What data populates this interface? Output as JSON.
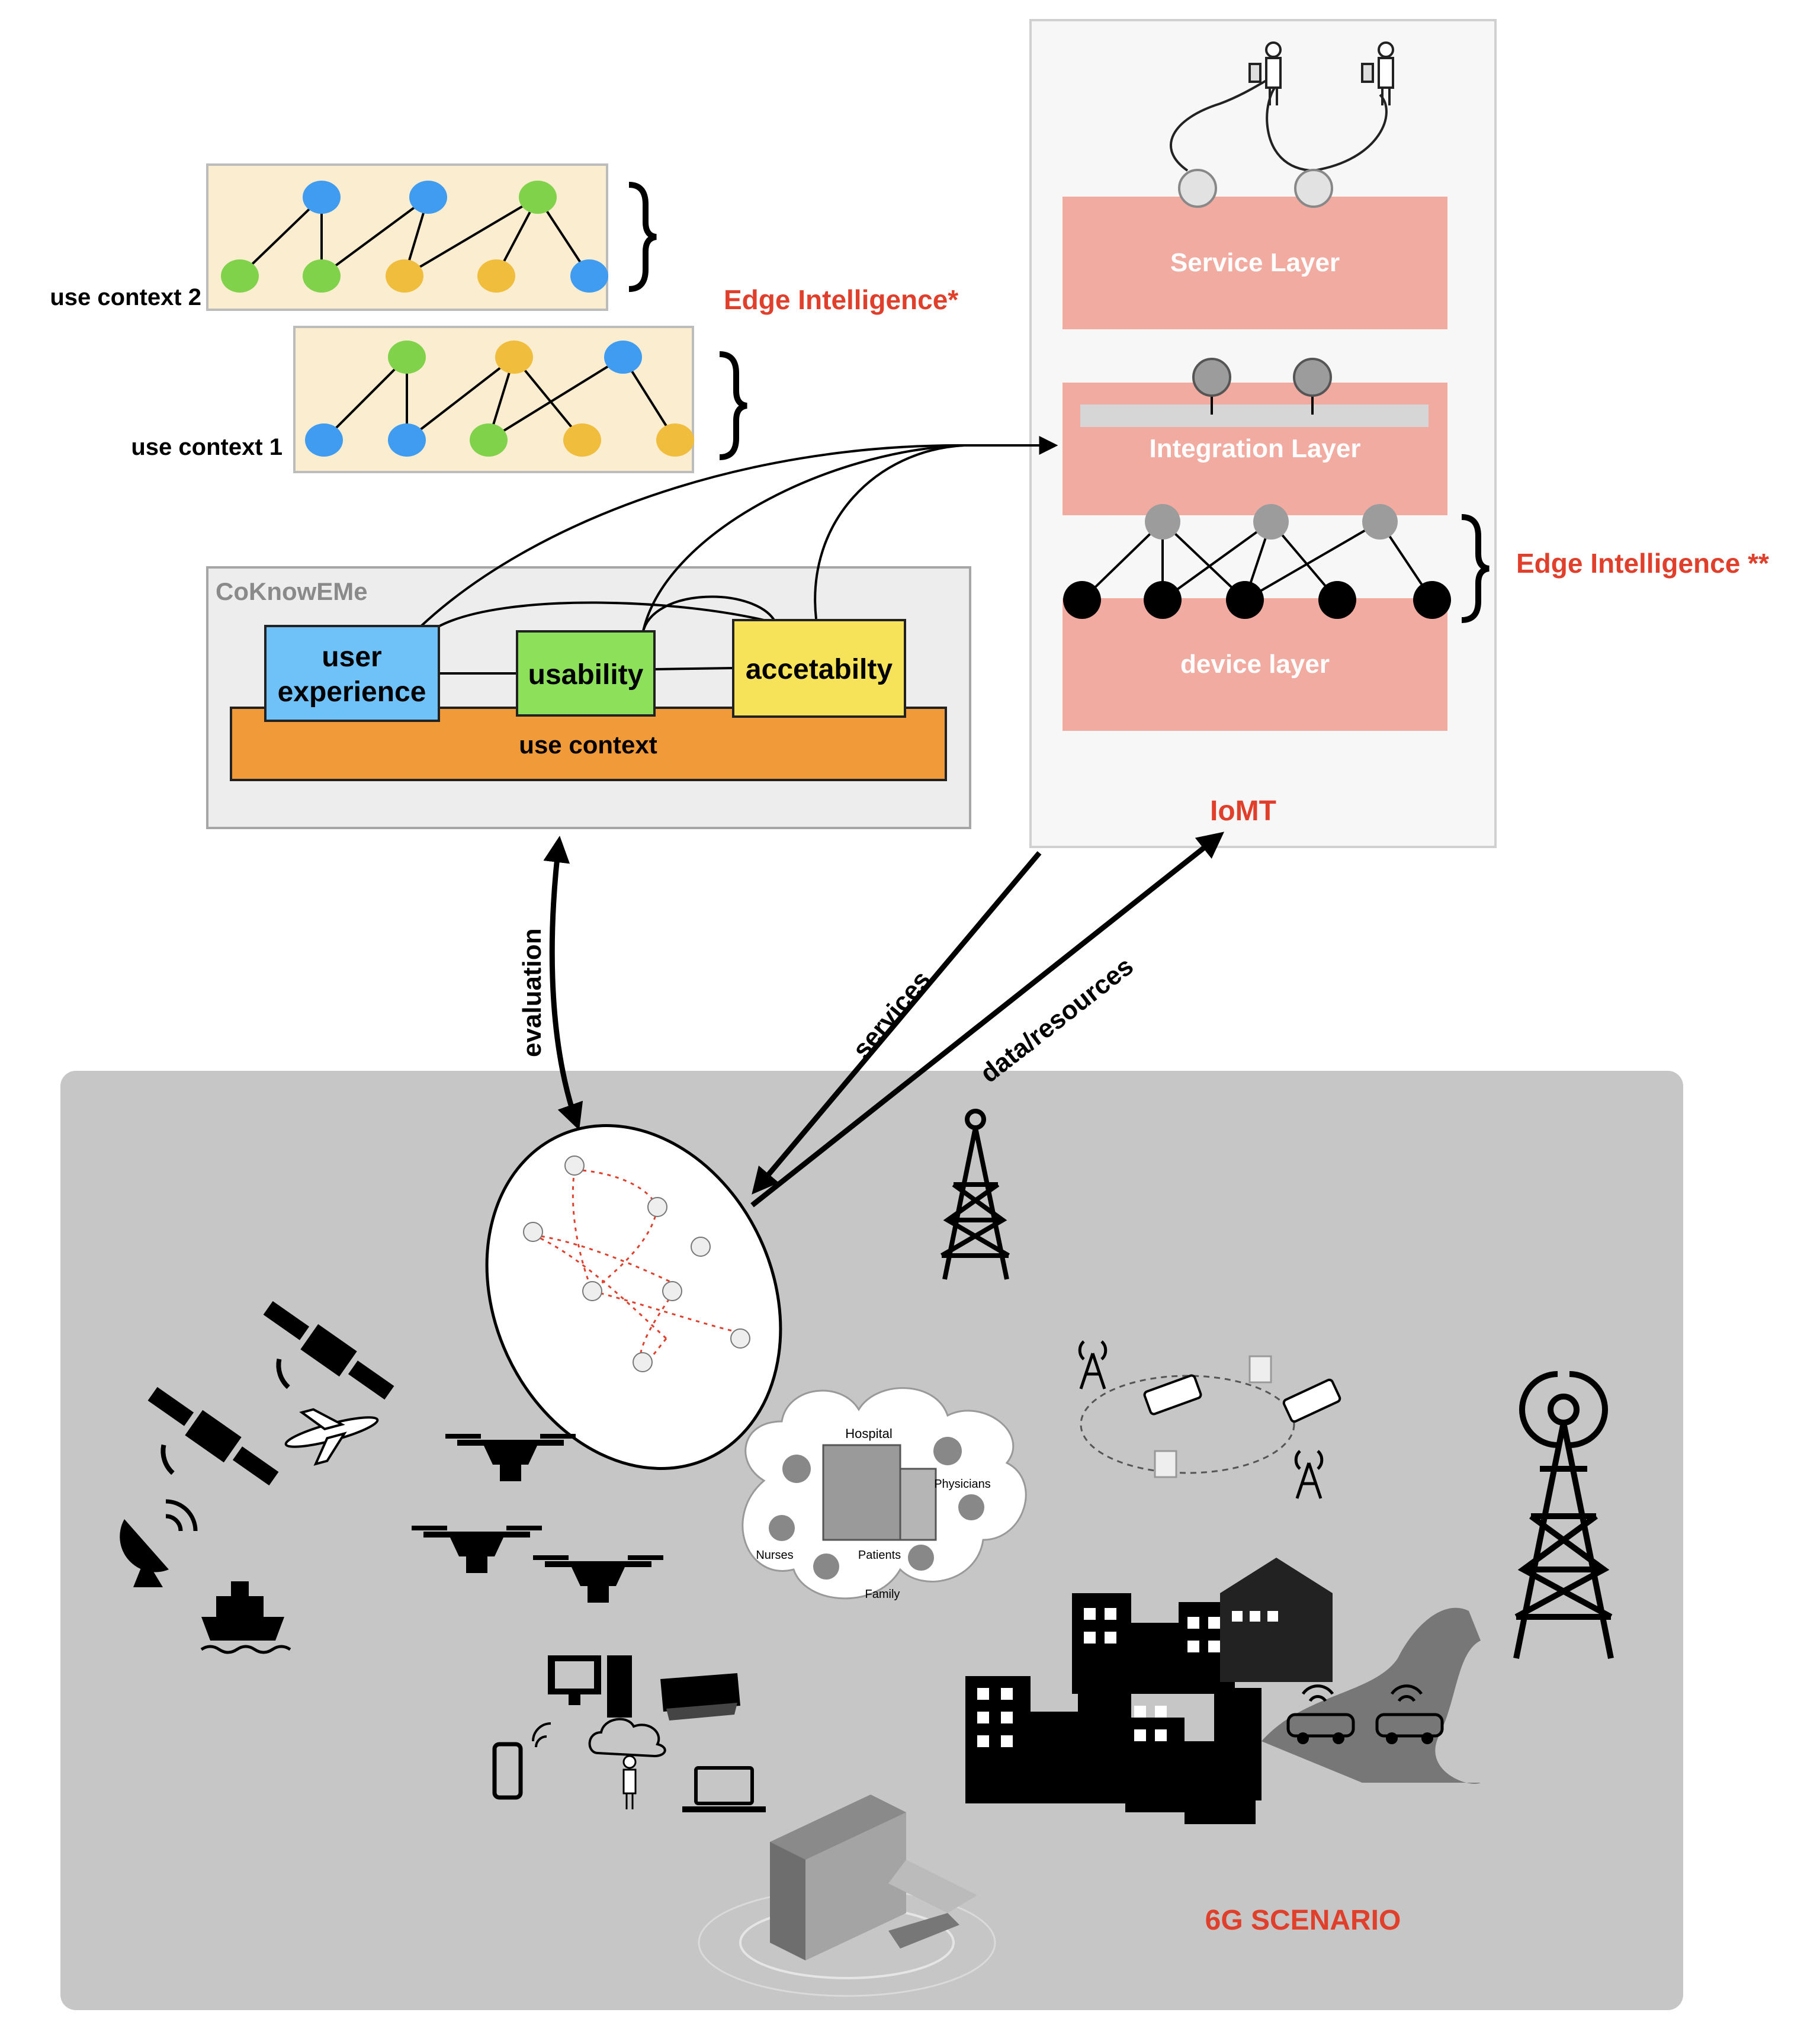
{
  "diagram": {
    "coknoweme": {
      "title": "CoKnowEMe",
      "user_experience_line1": "user",
      "user_experience_line2": "experience",
      "usability": "usability",
      "acceptability": "accetabilty",
      "use_context": "use context"
    },
    "use_context_2": "use context 2",
    "use_context_1": "use context 1",
    "edge_intelligence_1": "Edge Intelligence*",
    "edge_intelligence_2": "Edge Intelligence **",
    "iomt": {
      "service_layer": "Service Layer",
      "integration_layer": "Integration Layer",
      "device_layer": "device layer",
      "title": "IoMT"
    },
    "arrows": {
      "evaluation": "evaluation",
      "services": "services",
      "data_resources": "data/resources"
    },
    "scenario": {
      "title": "6G  SCENARIO",
      "hospital": "Hospital",
      "physicians": "Physicians",
      "nurses": "Nurses",
      "patients": "Patients",
      "family": "Family"
    },
    "colors": {
      "red_label": "#e0402b",
      "salmon": "#f2aba1",
      "blue_node": "#3f9cf0",
      "green_node": "#7fd24a",
      "yellow_node": "#f0bd3c",
      "cream": "#fbedd0",
      "orange": "#f09a3a",
      "ux_blue": "#6fc2f7",
      "usability_green": "#8de05a",
      "accept_yellow": "#f7e35a",
      "scenario_gray": "#c6c6c6"
    }
  }
}
